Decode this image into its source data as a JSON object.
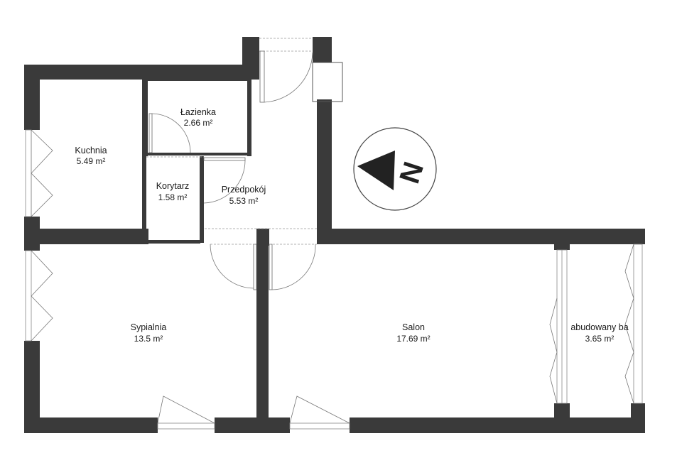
{
  "rooms": [
    {
      "id": "kuchnia",
      "name": "Kuchnia",
      "area": "5.49 m²"
    },
    {
      "id": "lazienka",
      "name": "Łazienka",
      "area": "2.66 m²"
    },
    {
      "id": "korytarz",
      "name": "Korytarz",
      "area": "1.58 m²"
    },
    {
      "id": "przedpokoj",
      "name": "Przedpokój",
      "area": "5.53 m²"
    },
    {
      "id": "sypialnia",
      "name": "Sypialnia",
      "area": "13.5 m²"
    },
    {
      "id": "salon",
      "name": "Salon",
      "area": "17.69 m²"
    },
    {
      "id": "balkon",
      "name": "abudowany ba",
      "area": "3.65 m²"
    }
  ],
  "compass": {
    "letter": "N"
  },
  "colors": {
    "wall": "#3a3a3a",
    "background": "#ffffff"
  }
}
